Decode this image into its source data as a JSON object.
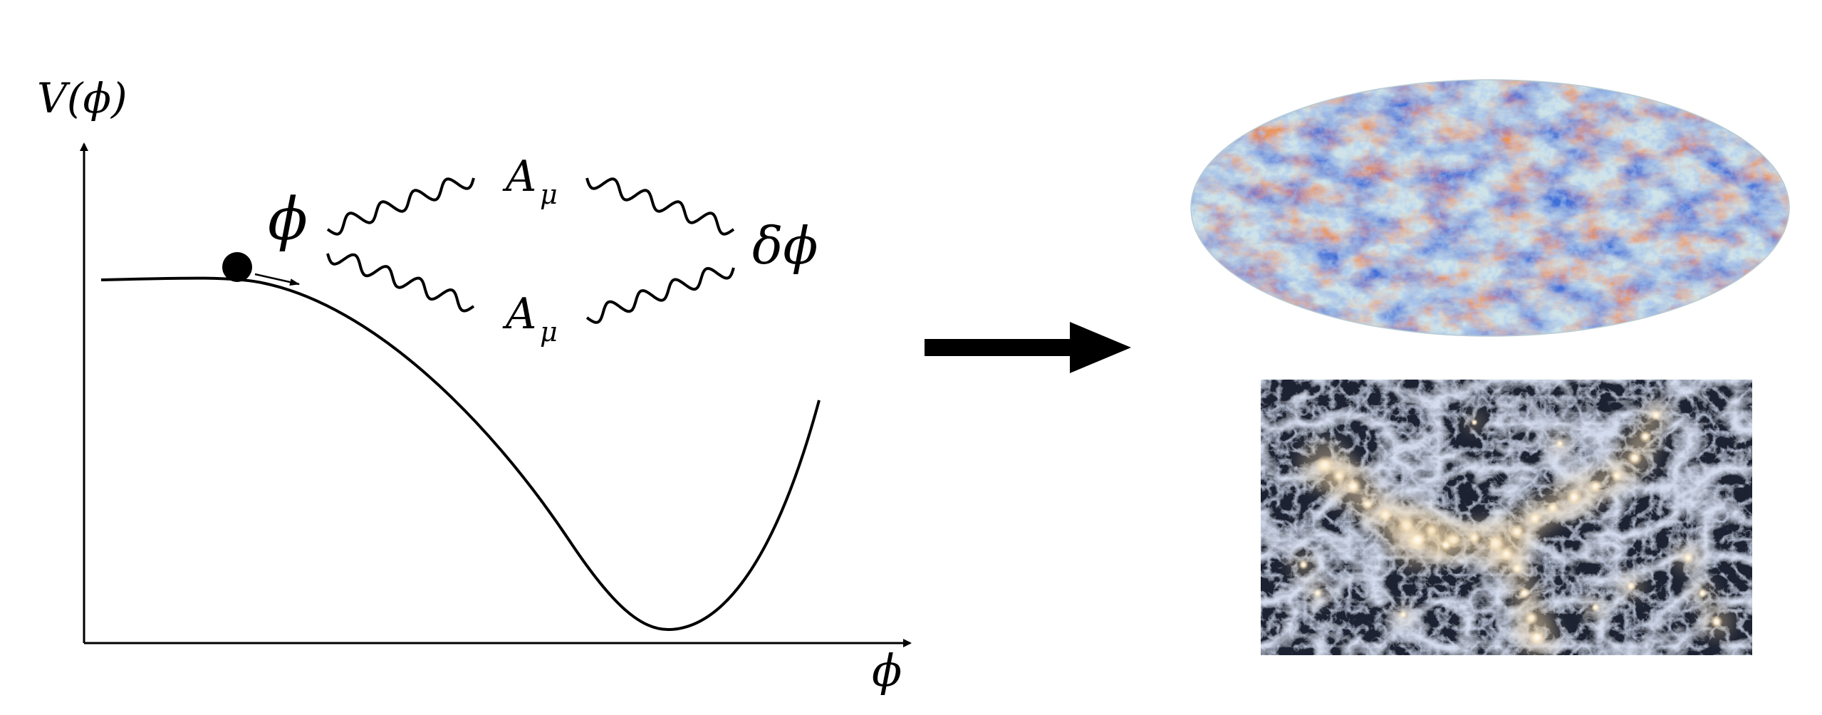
{
  "diagram": {
    "labels": {
      "y_axis": "V(ϕ)",
      "x_axis": "ϕ",
      "field": "ϕ",
      "gauge_field": "A",
      "gauge_index": "μ",
      "perturbation": "δϕ"
    },
    "colors": {
      "stroke": "#000000",
      "cmb_blue": "#3a6fd8",
      "cmb_light": "#cfe3e8",
      "cmb_orange": "#e89a5e",
      "lss_dark": "#1c2233",
      "lss_filament": "#a9b8d6",
      "lss_halo": "#fff1d6"
    },
    "images": {
      "cmb_map": "cmb-sky-map",
      "large_scale_structure": "cosmic-web-simulation"
    }
  }
}
